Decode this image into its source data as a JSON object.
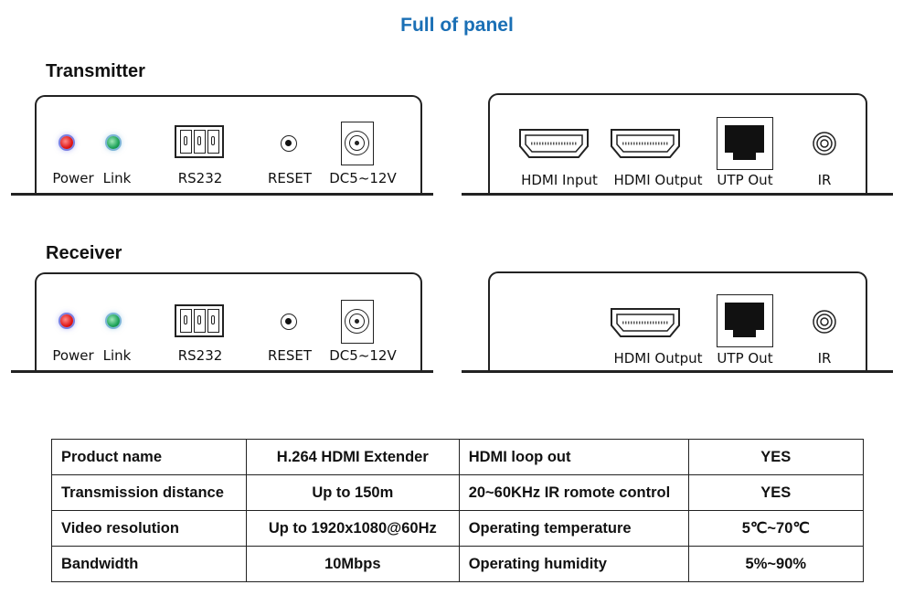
{
  "title": "Full of panel",
  "sections": {
    "transmitter": {
      "heading": "Transmitter",
      "front": {
        "power": "Power",
        "link": "Link",
        "rs232": "RS232",
        "reset": "RESET",
        "dc": "DC5~12V"
      },
      "rear": {
        "hdmi_input": "HDMI Input",
        "hdmi_output": "HDMI Output",
        "utp_out": "UTP Out",
        "ir": "IR"
      }
    },
    "receiver": {
      "heading": "Receiver",
      "front": {
        "power": "Power",
        "link": "Link",
        "rs232": "RS232",
        "reset": "RESET",
        "dc": "DC5~12V"
      },
      "rear": {
        "hdmi_output": "HDMI Output",
        "utp_out": "UTP Out",
        "ir": "IR"
      }
    }
  },
  "specs": {
    "rows": [
      [
        "Product name",
        "H.264 HDMI  Extender",
        "HDMI loop out",
        "YES"
      ],
      [
        "Transmission distance",
        "Up to 150m",
        "20~60KHz IR romote control",
        "YES"
      ],
      [
        "Video resolution",
        "Up to 1920x1080@60Hz",
        "Operating temperature",
        "5℃~70℃"
      ],
      [
        "Bandwidth",
        "10Mbps",
        "Operating humidity",
        "5%~90%"
      ]
    ]
  },
  "icons": [
    "led-red-icon",
    "led-green-icon",
    "terminal-block-icon",
    "reset-button-icon",
    "dc-jack-icon",
    "hdmi-port-icon",
    "rj45-port-icon",
    "ir-jack-icon"
  ],
  "colors": {
    "title": "#1a6fb5",
    "led_power": "#e01818",
    "led_link": "#1ea35a"
  }
}
